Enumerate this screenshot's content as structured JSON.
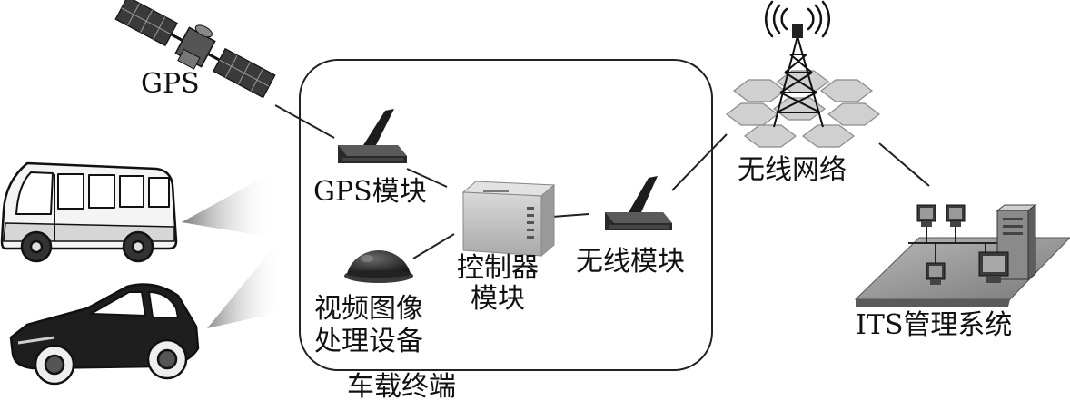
{
  "labels": {
    "gps": "GPS",
    "gps_module": "GPS模块",
    "controller_line1": "控制器",
    "controller_line2": "模块",
    "video_line1": "视频图像",
    "video_line2": "处理设备",
    "wireless_module": "无线模块",
    "wireless_network": "无线网络",
    "its_system": "ITS管理系统",
    "terminal": "车载终端"
  },
  "icons": {
    "satellite": "satellite-icon",
    "gps_module": "router-antenna-icon",
    "controller": "control-box-icon",
    "camera": "dome-camera-icon",
    "wireless_module": "router-antenna-icon",
    "tower": "cell-tower-icon",
    "its": "network-computers-icon",
    "bus": "bus-icon",
    "car": "car-icon"
  },
  "colors": {
    "line": "#222222",
    "device_dark": "#2a2a2a",
    "box_light": "#c8c8c8",
    "hex_cell": "#cfcfcf",
    "beam": "#8a8a8a"
  }
}
